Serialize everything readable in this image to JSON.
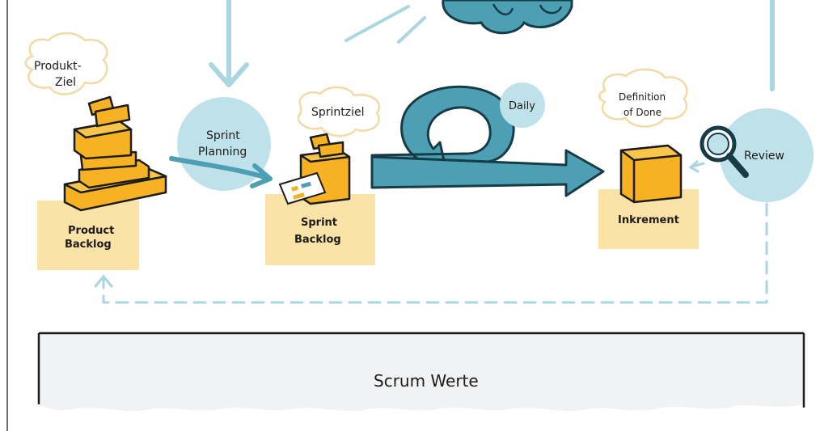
{
  "labels": {
    "produkt_ziel_line1": "Produkt-",
    "produkt_ziel_line2": "Ziel",
    "sprint_planning_line1": "Sprint",
    "sprint_planning_line2": "Planning",
    "sprintziel": "Sprintziel",
    "daily": "Daily",
    "definition_of_done_line1": "Definition",
    "definition_of_done_line2": "of Done",
    "review": "Review",
    "product_backlog_line1": "Product",
    "product_backlog_line2": "Backlog",
    "sprint_backlog_line1": "Sprint",
    "sprint_backlog_line2": "Backlog",
    "inkrement": "Inkrement",
    "scrum_werte": "Scrum Werte"
  },
  "colors": {
    "box_yellow": "#f6b223",
    "box_dark": "#d98d10",
    "note_yellow": "#fbe2a6",
    "circle_blue": "#bfe2ea",
    "arrow_blue": "#4d9fb3",
    "arrow_dark": "#173c48",
    "line_blue": "#a9d6e1",
    "cloud_outline": "#f3d9a4",
    "panel_bg": "#f1f2f3"
  }
}
